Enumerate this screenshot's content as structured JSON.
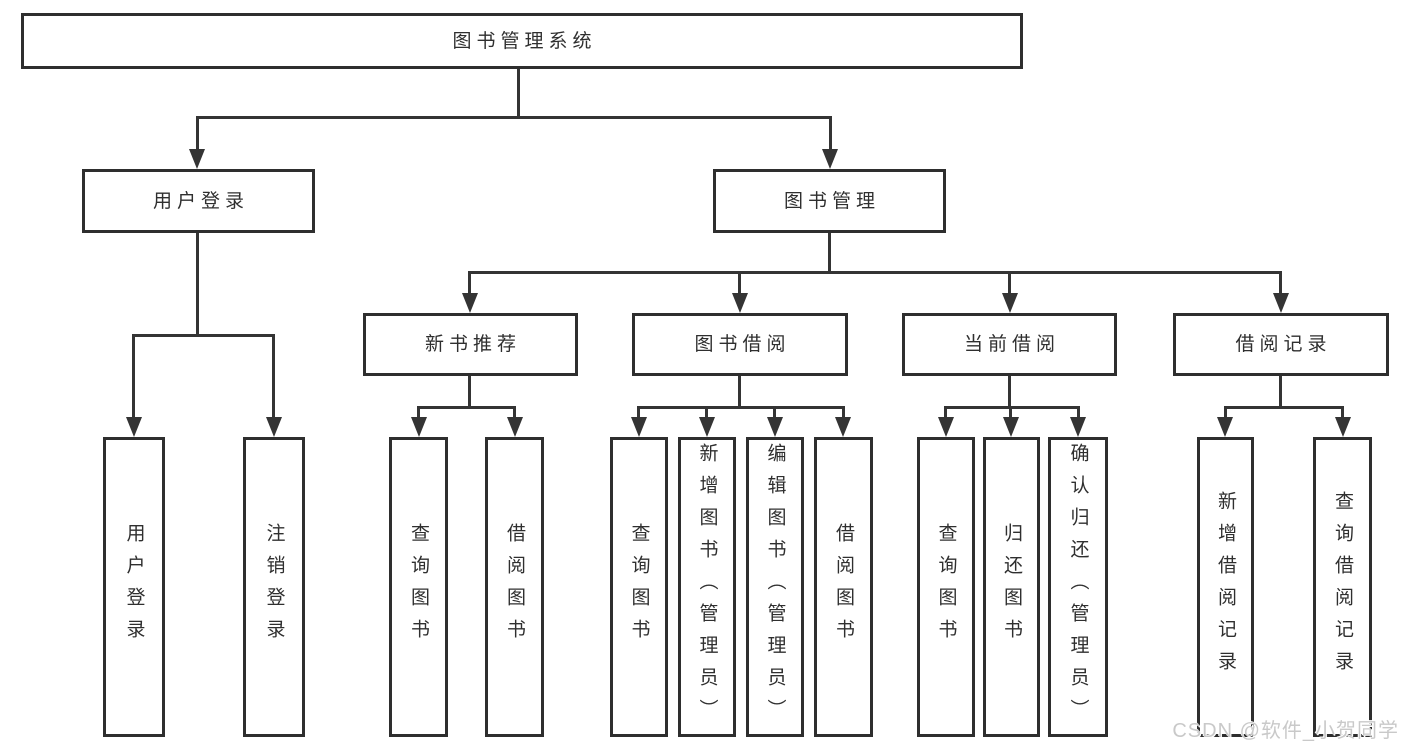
{
  "nodes": {
    "root": "图书管理系统",
    "level2": [
      "用户登录",
      "图书管理"
    ],
    "level3": [
      "新书推荐",
      "图书借阅",
      "当前借阅",
      "借阅记录"
    ],
    "user_login_children": [
      "用户登录",
      "注销登录"
    ],
    "new_books_children": [
      "查询图书",
      "借阅图书"
    ],
    "book_borrow_children": [
      "查询图书",
      "新增图书（管理员）",
      "编辑图书（管理员）",
      "借阅图书"
    ],
    "current_borrow_children": [
      "查询图书",
      "归还图书",
      "确认归还（管理员）"
    ],
    "borrow_records_children": [
      "新增借阅记录",
      "查询借阅记录"
    ]
  },
  "watermark": "CSDN @软件_小贺同学",
  "colors": {
    "line": "#343434",
    "border": "#2e2e2e",
    "text": "#2f2f2f",
    "watermark": "#c9c9c9",
    "background": "#ffffff"
  }
}
